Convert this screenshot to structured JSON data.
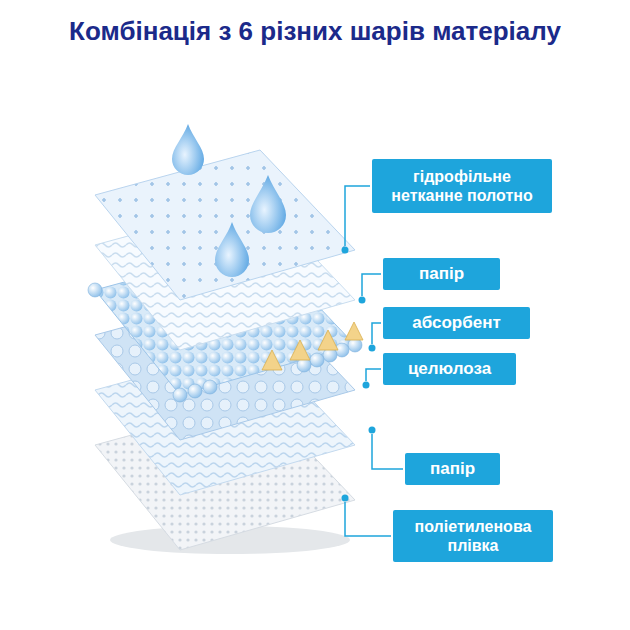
{
  "diagram": {
    "title": "Комбінація з 6 різних шарів матеріалу",
    "nodes": [
      {
        "text": [
          "гідрофільне нетканне полотно"
        ]
      },
      {
        "text": [
          "папір"
        ]
      },
      {
        "text": [
          "абсорбент"
        ]
      },
      {
        "text": [
          "целюлоза"
        ]
      },
      {
        "text": [
          "папір"
        ]
      },
      {
        "text": [
          "поліетиленова плівка"
        ]
      }
    ]
  }
}
